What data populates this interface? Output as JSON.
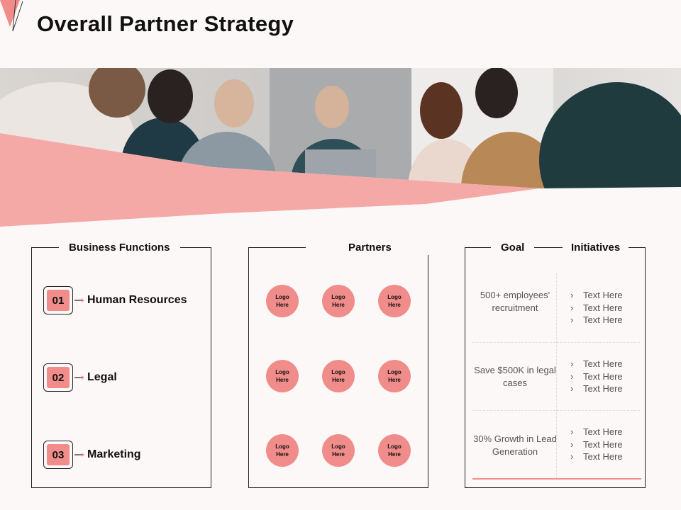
{
  "title": "Overall Partner Strategy",
  "colors": {
    "accent": "#f08c8a",
    "accent_dark": "#f4a9a7",
    "text": "#111111",
    "muted": "#555555"
  },
  "business_functions": {
    "heading": "Business Functions",
    "items": [
      {
        "number": "01",
        "label": "Human Resources"
      },
      {
        "number": "02",
        "label": "Legal"
      },
      {
        "number": "03",
        "label": "Marketing"
      }
    ]
  },
  "partners": {
    "heading": "Partners",
    "logos": [
      "Logo Here",
      "Logo Here",
      "Logo Here",
      "Logo Here",
      "Logo Here",
      "Logo Here",
      "Logo Here",
      "Logo Here",
      "Logo Here"
    ]
  },
  "goals": {
    "goal_heading": "Goal",
    "initiatives_heading": "Initiatives",
    "rows": [
      {
        "goal": "500+ employees' recruitment",
        "initiatives": [
          "Text Here",
          "Text Here",
          "Text Here"
        ]
      },
      {
        "goal": "Save $500K in legal cases",
        "initiatives": [
          "Text Here",
          "Text Here",
          "Text Here"
        ]
      },
      {
        "goal": "30% Growth in Lead Generation",
        "initiatives": [
          "Text Here",
          "Text Here",
          "Text Here"
        ]
      }
    ]
  },
  "icons": [
    "triangle-logo-icon",
    "arrow-right-icon"
  ]
}
